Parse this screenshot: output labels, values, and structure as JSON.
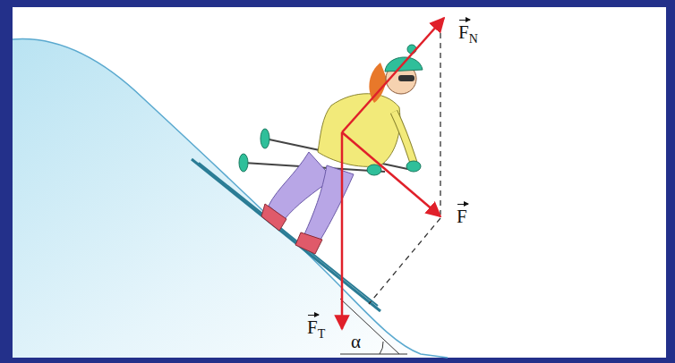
{
  "diagram": {
    "labels": [
      "FN",
      "F",
      "FT",
      "α"
    ]
  }
}
